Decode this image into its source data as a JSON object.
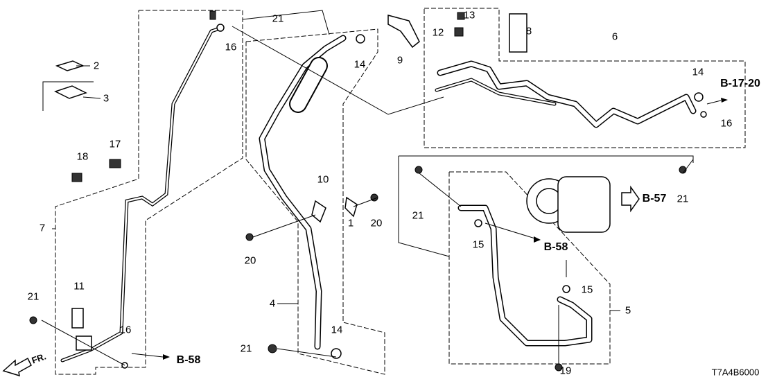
{
  "diagram": {
    "code": "T7A4B6000",
    "front_arrow": "FR.",
    "labels": [
      {
        "id": "2",
        "text": "2"
      },
      {
        "id": "3",
        "text": "3"
      },
      {
        "id": "16a",
        "text": "16"
      },
      {
        "id": "21a",
        "text": "21"
      },
      {
        "id": "14a",
        "text": "14"
      },
      {
        "id": "9",
        "text": "9"
      },
      {
        "id": "13",
        "text": "13"
      },
      {
        "id": "12",
        "text": "12"
      },
      {
        "id": "8",
        "text": "8"
      },
      {
        "id": "6",
        "text": "6"
      },
      {
        "id": "14b",
        "text": "14"
      },
      {
        "id": "16b",
        "text": "16"
      },
      {
        "id": "18",
        "text": "18"
      },
      {
        "id": "17",
        "text": "17"
      },
      {
        "id": "10",
        "text": "10"
      },
      {
        "id": "1",
        "text": "1"
      },
      {
        "id": "20a",
        "text": "20"
      },
      {
        "id": "7",
        "text": "7"
      },
      {
        "id": "20b",
        "text": "20"
      },
      {
        "id": "21b",
        "text": "21"
      },
      {
        "id": "15a",
        "text": "15"
      },
      {
        "id": "21c",
        "text": "21"
      },
      {
        "id": "11",
        "text": "11"
      },
      {
        "id": "21d",
        "text": "21"
      },
      {
        "id": "4",
        "text": "4"
      },
      {
        "id": "15b",
        "text": "15"
      },
      {
        "id": "5",
        "text": "5"
      },
      {
        "id": "14c",
        "text": "14"
      },
      {
        "id": "21e",
        "text": "21"
      },
      {
        "id": "16c",
        "text": "16"
      },
      {
        "id": "19",
        "text": "19"
      }
    ],
    "refs": [
      {
        "id": "r1",
        "text": "B-17-20"
      },
      {
        "id": "r2",
        "text": "B-57"
      },
      {
        "id": "r3",
        "text": "B-58"
      },
      {
        "id": "r4",
        "text": "B-58"
      }
    ]
  }
}
